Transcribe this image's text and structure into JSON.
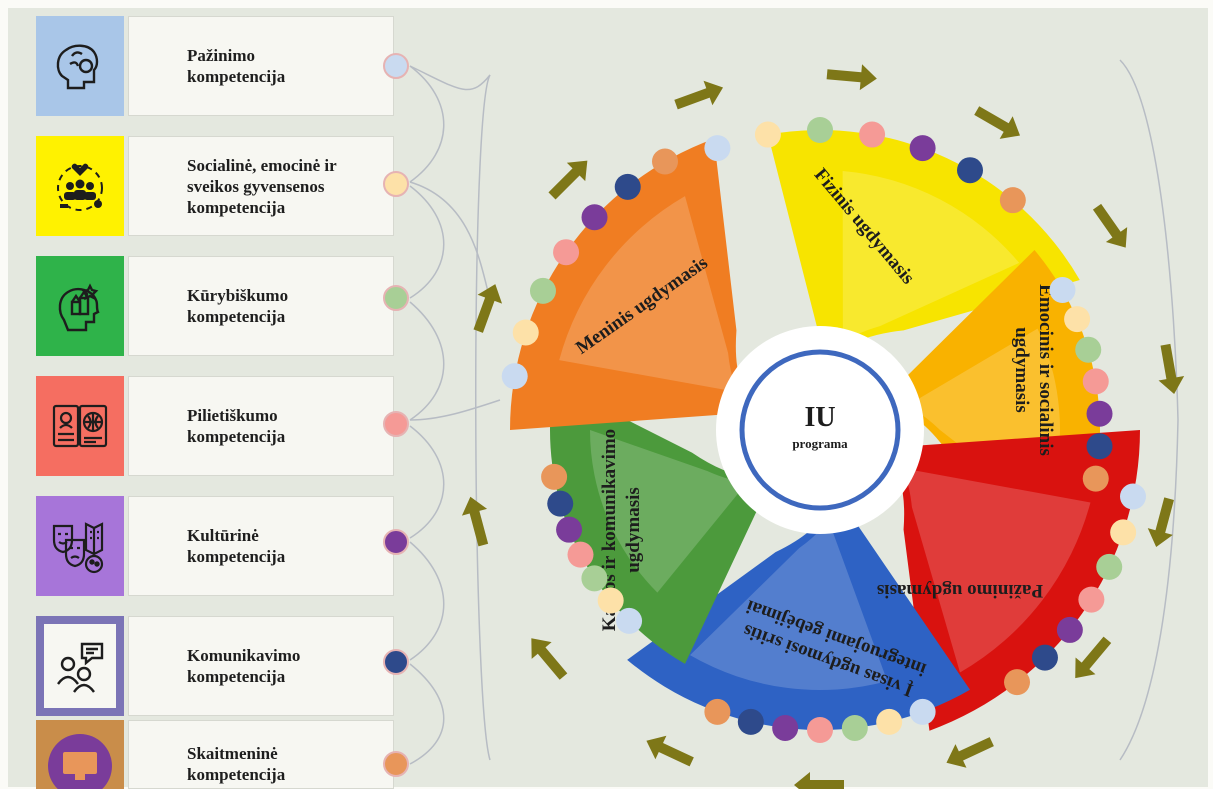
{
  "competencies": [
    {
      "label": "Pažinimo\nkompetencija",
      "color": "#a9c6e8",
      "dot": "#c9daf0"
    },
    {
      "label": "Socialinė, emocinė ir\nsveikos gyvensenos\nkompetencija",
      "color": "#fff200",
      "dot": "#fde1a8"
    },
    {
      "label": "Kūrybiškumo\nkompetencija",
      "color": "#2fb34a",
      "dot": "#a8cf96"
    },
    {
      "label": "Pilietiškumo\nkompetencija",
      "color": "#f56e61",
      "dot": "#f59a96"
    },
    {
      "label": "Kultūrinė\nkompetencija",
      "color": "#a775d9",
      "dot": "#7a3c9a"
    },
    {
      "label": "Komunikavimo\nkompetencija",
      "color": "#7b74b6",
      "dot": "#2e4a8b"
    },
    {
      "label": "Skaitmeninė\nkompetencija",
      "color": "#c98d4a",
      "dot": "#e8965a"
    }
  ],
  "icons": [
    "brain-gear-icon",
    "community-heart-icon",
    "creative-head-icon",
    "passport-globe-icon",
    "culture-masks-icon",
    "chat-people-icon",
    "monitor-icon"
  ],
  "center": {
    "title": "IU",
    "subtitle": "programa"
  },
  "sectors": [
    {
      "label": "Fizinis ugdymasis",
      "color": "#f7e400"
    },
    {
      "label": "Emocinis ir socialinis ugdymasis",
      "line1": "Emocinis ir socialinis",
      "line2": "ugdymasis",
      "color": "#f9b200"
    },
    {
      "label": "Pažinimo ugdymasis",
      "color": "#d9120f"
    },
    {
      "label": "Į visas ugdymosi sritis integruojami gebėjimai",
      "line1": "Į visas ugdymosi sritis",
      "line2": "integruojami gebėjimai",
      "color": "#2e62c4"
    },
    {
      "label": "Kalbos ir komunikavimo ugdymasis",
      "line1": "Kalbos ir komunikavimo",
      "line2": "ugdymasis",
      "color": "#4c9a3c"
    },
    {
      "label": "Meninis ugdymasis",
      "color": "#f07d22"
    }
  ],
  "colors": {
    "arrow": "#7e7718"
  }
}
